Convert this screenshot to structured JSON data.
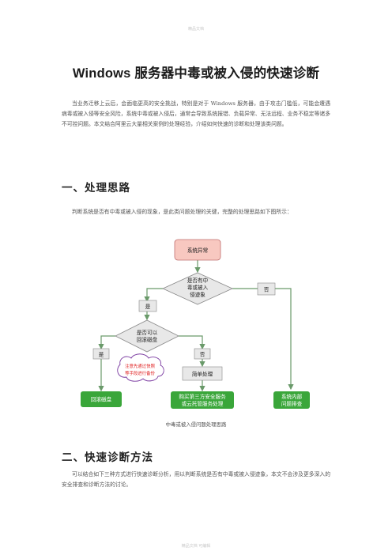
{
  "header": {
    "watermark": "精品文档"
  },
  "footer": {
    "watermark": "精品文档 可编辑"
  },
  "doc": {
    "title": "Windows 服务器中毒或被入侵的快速诊断",
    "intro": "当业务迁移上云后，会面临更高的安全挑战，特别是对于 Windows 服务器，由于攻击门槛低，可能会遭遇病毒或被入侵等安全风险，系统中毒或被入侵后，通常会导致系统报错、负载异常、无法远程、业务不稳定等诸多不可控问题。本文结合阿里云大量相关案例的处理经验，介绍如何快速的诊断和处理该类问题。",
    "section1": "一、处理思路",
    "section1_text": "判断系统是否有中毒或被入侵的现象，是此类问题处理的关键，完整的处理思路如下图所示：",
    "caption": "中毒或被入侵问题处理思路",
    "section2": "二、快速诊断方法",
    "section2_text": "可以结合如下三种方式进行快速诊断分析，用以判断系统是否有中毒或被入侵迹象，本文不会涉及更多深入的安全排查和诊断方法的讨论。"
  },
  "flowchart": {
    "start": "系统异常",
    "decision1": [
      "是否有中",
      "毒或被入",
      "侵迹象"
    ],
    "no_right": "否",
    "yes_left": "是",
    "decision2": [
      "是否可以",
      "回滚磁盘"
    ],
    "yes_2": "是",
    "no_2": "否",
    "simple": "简单处理",
    "cloud_note": [
      "注意先通过快照",
      "等手段进行备份"
    ],
    "end_rollback": "回滚磁盘",
    "end_security": [
      "购买第三方安全服务",
      "或云托管服务处理"
    ],
    "end_internal": [
      "系统内部",
      "问题排查"
    ],
    "colors": {
      "start": "#f8c8c0",
      "start_border": "#c07070",
      "gray": "#e8e8e8",
      "gray_border": "#888888",
      "green": "#3aa63a",
      "arrow": "#6a9a6a"
    }
  }
}
